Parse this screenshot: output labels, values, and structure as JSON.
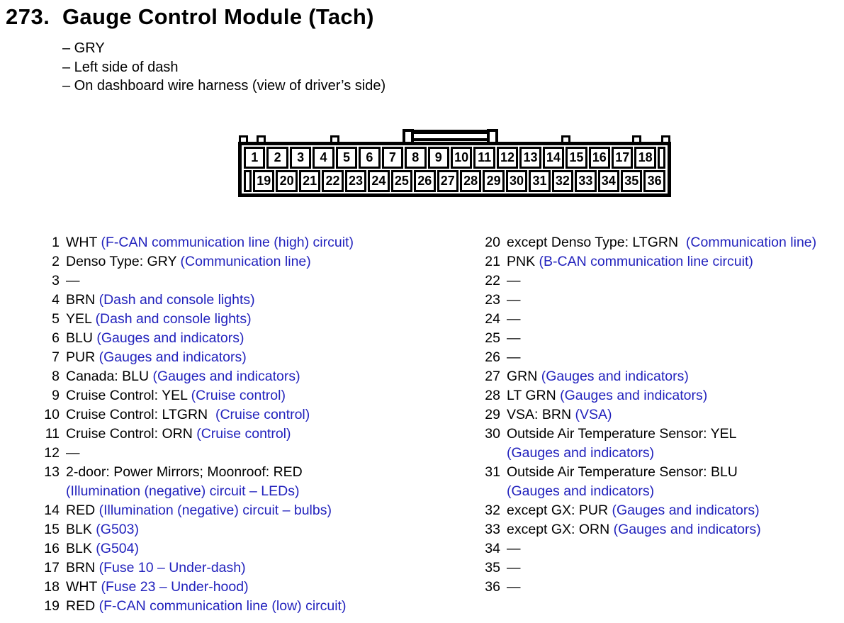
{
  "page": {
    "number_label": "273.",
    "title": "Gauge Control Module (Tach)",
    "details": [
      "– GRY",
      "– Left side of dash",
      "– On dashboard wire harness (view of driver’s side)"
    ]
  },
  "colors": {
    "ink": "#000000",
    "link_blue": "#2222bd"
  },
  "connector": {
    "top_row": [
      "1",
      "2",
      "3",
      "4",
      "5",
      "6",
      "7",
      "8",
      "9",
      "10",
      "11",
      "12",
      "13",
      "14",
      "15",
      "16",
      "17",
      "18"
    ],
    "bottom_row": [
      "19",
      "20",
      "21",
      "22",
      "23",
      "24",
      "25",
      "26",
      "27",
      "28",
      "29",
      "30",
      "31",
      "32",
      "33",
      "34",
      "35",
      "36"
    ]
  },
  "pin_list": {
    "left": [
      {
        "num": "1",
        "wire": "WHT",
        "circuit": "(F-CAN communication line (high) circuit)",
        "wrap": false
      },
      {
        "num": "2",
        "wire": "Denso Type: GRY",
        "circuit": "(Communication line)",
        "wrap": false
      },
      {
        "num": "3",
        "wire": "—",
        "circuit": "",
        "wrap": false
      },
      {
        "num": "4",
        "wire": "BRN",
        "circuit": "(Dash and console lights)",
        "wrap": false
      },
      {
        "num": "5",
        "wire": "YEL",
        "circuit": "(Dash and console lights)",
        "wrap": false
      },
      {
        "num": "6",
        "wire": "BLU",
        "circuit": "(Gauges and indicators)",
        "wrap": false
      },
      {
        "num": "7",
        "wire": "PUR",
        "circuit": "(Gauges and indicators)",
        "wrap": false
      },
      {
        "num": "8",
        "wire": "Canada: BLU",
        "circuit": "(Gauges and indicators)",
        "wrap": false
      },
      {
        "num": "9",
        "wire": "Cruise Control: YEL",
        "circuit": "(Cruise control)",
        "wrap": false
      },
      {
        "num": "10",
        "wire": "Cruise Control: LTGRN ",
        "circuit": "(Cruise control)",
        "wrap": false
      },
      {
        "num": "11",
        "wire": "Cruise Control: ORN",
        "circuit": "(Cruise control)",
        "wrap": false
      },
      {
        "num": "12",
        "wire": "—",
        "circuit": "",
        "wrap": false
      },
      {
        "num": "13",
        "wire": "2-door: Power Mirrors; Moonroof: RED",
        "circuit": "(Illumination (negative) circuit – LEDs)",
        "wrap": true
      },
      {
        "num": "14",
        "wire": "RED",
        "circuit": "(Illumination (negative) circuit – bulbs)",
        "wrap": false
      },
      {
        "num": "15",
        "wire": "BLK",
        "circuit": "(G503)",
        "wrap": false
      },
      {
        "num": "16",
        "wire": "BLK",
        "circuit": "(G504)",
        "wrap": false
      },
      {
        "num": "17",
        "wire": "BRN",
        "circuit": "(Fuse 10 – Under-dash)",
        "wrap": false
      },
      {
        "num": "18",
        "wire": "WHT",
        "circuit": "(Fuse 23 – Under-hood)",
        "wrap": false
      },
      {
        "num": "19",
        "wire": "RED",
        "circuit": "(F-CAN communication line (low) circuit)",
        "wrap": false
      }
    ],
    "right": [
      {
        "num": "20",
        "wire": "except Denso Type: LTGRN ",
        "circuit": "(Communication line)",
        "wrap": false
      },
      {
        "num": "21",
        "wire": "PNK",
        "circuit": "(B-CAN communication line circuit)",
        "wrap": false
      },
      {
        "num": "22",
        "wire": "—",
        "circuit": "",
        "wrap": false
      },
      {
        "num": "23",
        "wire": "—",
        "circuit": "",
        "wrap": false
      },
      {
        "num": "24",
        "wire": "—",
        "circuit": "",
        "wrap": false
      },
      {
        "num": "25",
        "wire": "—",
        "circuit": "",
        "wrap": false
      },
      {
        "num": "26",
        "wire": "—",
        "circuit": "",
        "wrap": false
      },
      {
        "num": "27",
        "wire": "GRN",
        "circuit": "(Gauges and indicators)",
        "wrap": false
      },
      {
        "num": "28",
        "wire": "LT GRN",
        "circuit": "(Gauges and indicators)",
        "wrap": false
      },
      {
        "num": "29",
        "wire": "VSA: BRN",
        "circuit": "(VSA)",
        "wrap": false
      },
      {
        "num": "30",
        "wire": "Outside Air Temperature Sensor: YEL",
        "circuit": "(Gauges and indicators)",
        "wrap": true
      },
      {
        "num": "31",
        "wire": "Outside Air Temperature Sensor: BLU",
        "circuit": "(Gauges and indicators)",
        "wrap": true
      },
      {
        "num": "32",
        "wire": "except GX: PUR",
        "circuit": "(Gauges and indicators)",
        "wrap": false
      },
      {
        "num": "33",
        "wire": "except GX: ORN",
        "circuit": "(Gauges and indicators)",
        "wrap": false
      },
      {
        "num": "34",
        "wire": "—",
        "circuit": "",
        "wrap": false
      },
      {
        "num": "35",
        "wire": "—",
        "circuit": "",
        "wrap": false
      },
      {
        "num": "36",
        "wire": "—",
        "circuit": "",
        "wrap": false
      }
    ]
  }
}
